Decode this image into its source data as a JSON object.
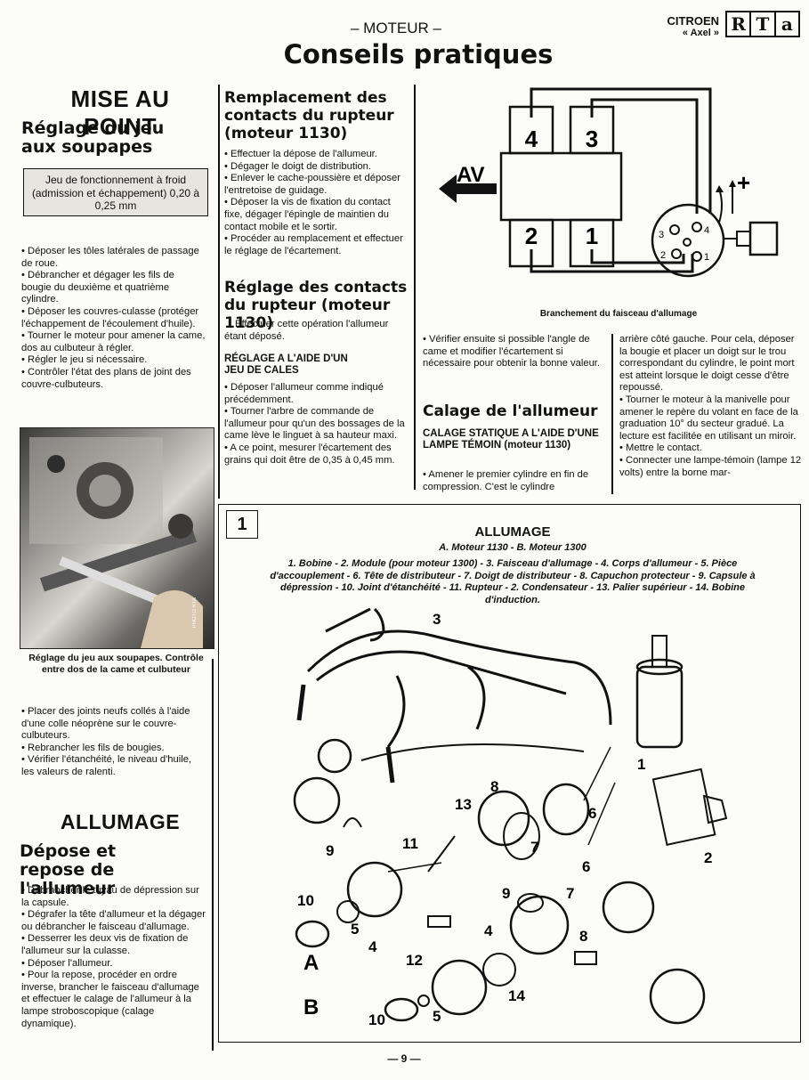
{
  "header": {
    "section": "– MOTEUR –",
    "title": "Conseils pratiques",
    "brand": "CITROEN",
    "model": "« Axel »",
    "logo_letters": [
      "R",
      "T",
      "a"
    ]
  },
  "col1": {
    "heading_main": "MISE AU POINT",
    "sub1": "Réglage du jeu aux soupapes",
    "box_text": "Jeu de fonctionnement à froid (admission et échappement) 0,20 à 0,25 mm",
    "bullets1": [
      "• Déposer les tôles latérales de passage de roue.",
      "• Débrancher et dégager les fils de bougie du deuxième et quatrième cylindre.",
      "• Déposer les couvres-culasse (protéger l'échappement de l'écoulement d'huile).",
      "• Tourner le moteur pour amener la came, dos au culbuteur à régler.",
      "• Régler le jeu si nécessaire.",
      "• Contrôler l'état des plans de joint des couvre-culbuteurs."
    ],
    "photo_credit": "PHOTO RTA",
    "photo_caption": "Réglage du jeu aux soupapes. Contrôle entre dos de la came et culbuteur",
    "bullets2": [
      "• Placer des joints neufs collés à l'aide d'une colle néoprène sur le couvre-culbuteurs.",
      "• Rebrancher les fils de bougies.",
      "• Vérifier l'étanchéité, le niveau d'huile, les valeurs de ralenti."
    ],
    "heading_allumage": "ALLUMAGE",
    "sub2": "Dépose et repose de l'allumeur",
    "bullets3": [
      "• Débrancher le tuyau de dépression sur la capsule.",
      "• Dégrafer la tête d'allumeur et la dégager ou débrancher le faisceau d'allumage.",
      "• Desserrer les deux vis de fixation de l'allumeur sur la culasse.",
      "• Déposer l'allumeur.",
      "• Pour la repose, procéder en ordre inverse, brancher le faisceau d'allumage et effectuer le calage de l'allumeur à la lampe stroboscopique (calage dynamique)."
    ]
  },
  "col2": {
    "heading1": "Remplacement des contacts du rupteur (moteur 1130)",
    "bullets1": [
      "• Effectuer la dépose de l'allumeur.",
      "• Dégager le doigt de distribution.",
      "• Enlever le cache-poussière et déposer l'entretoise de guidage.",
      "• Déposer la vis de fixation du contact fixe, dégager l'épingle de maintien du contact mobile et le sortir.",
      "• Procéder au remplacement et effectuer le réglage de l'écartement."
    ],
    "heading2": "Réglage des contacts du rupteur (moteur 1130)",
    "intro2": "Effectuer cette opération l'allumeur étant déposé.",
    "subheading": "RÉGLAGE A L'AIDE D'UN JEU DE CALES",
    "bullets2": [
      "• Déposer l'allumeur comme indiqué précédemment.",
      "• Tourner l'arbre de commande de l'allumeur pour qu'un des bossages de la came lève le linguet à sa hauteur maxi.",
      "• A ce point, mesurer l'écartement des grains qui doit être de 0,35 à 0,45 mm."
    ]
  },
  "col3": {
    "bullets1": [
      "• Vérifier ensuite si possible l'angle de came et modifier l'écartement si nécessaire pour obtenir la bonne valeur."
    ],
    "heading": "Calage de l'allumeur",
    "subheading": "CALAGE STATIQUE A L'AIDE D'UNE LAMPE TÉMOIN (moteur 1130)",
    "bullets2": [
      "• Amener le premier cylindre en fin de compression. C'est le cylindre"
    ]
  },
  "col4": {
    "text": "arrière côté gauche. Pour cela, déposer la bougie et placer un doigt sur le trou correspondant du cylindre, le point mort est atteint lorsque le doigt cesse d'être repoussé.",
    "bullets": [
      "• Tourner le moteur à la manivelle pour amener le repère du volant en face de la graduation 10° du secteur gradué. La lecture est facilitée en utilisant un miroir.",
      "• Mettre le contact.",
      "• Connecter une lampe-témoin (lampe 12 volts) entre la borne mar-"
    ]
  },
  "wiring_diagram": {
    "av_label": "AV",
    "plus_label": "+",
    "cylinders": [
      "4",
      "3",
      "2",
      "1"
    ],
    "cap_numbers": [
      "3",
      "4",
      "2",
      "1"
    ],
    "caption": "Branchement du faisceau d'allumage"
  },
  "figure1": {
    "number": "1",
    "title": "ALLUMAGE",
    "subtitle": "A. Moteur 1130 - B. Moteur 1300",
    "legend": "1. Bobine - 2. Module (pour moteur 1300) - 3. Faisceau d'allumage - 4. Corps d'allumeur - 5. Pièce d'accouplement - 6. Tête de distributeur - 7. Doigt de distributeur - 8. Capuchon protecteur - 9. Capsule à dépression - 10. Joint d'étanchéité - 11. Rupteur - 2. Condensateur - 13. Palier supérieur - 14. Bobine d'induction.",
    "labels": [
      "3",
      "1",
      "6",
      "8",
      "13",
      "7",
      "9",
      "11",
      "2",
      "10",
      "5",
      "4",
      "9",
      "7",
      "6",
      "4",
      "8",
      "12",
      "14",
      "10",
      "5"
    ],
    "group_a": "A",
    "group_b": "B"
  },
  "footer": {
    "page": "— 9 —"
  }
}
